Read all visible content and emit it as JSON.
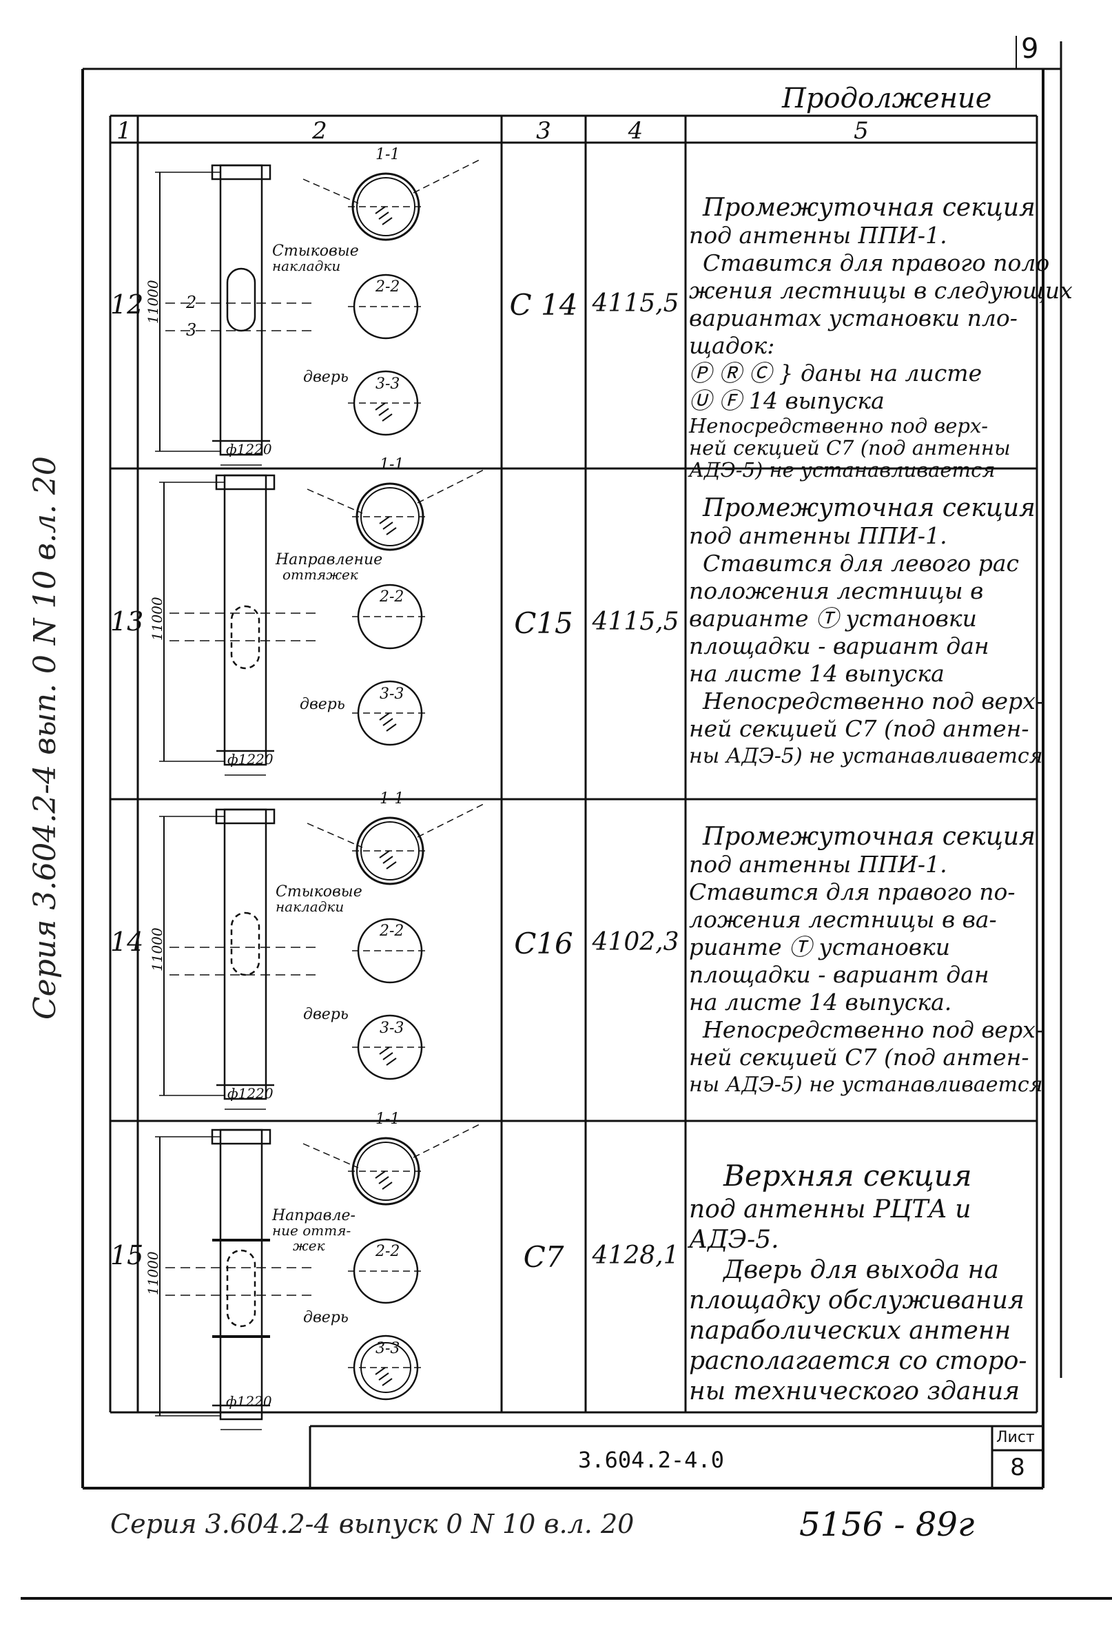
{
  "page_number": "9",
  "continuation": "Продолжение",
  "column_headers": [
    "1",
    "2",
    "3",
    "4",
    "5"
  ],
  "rows": [
    {
      "no": "12",
      "mark": "C 14",
      "weight": "4115,5",
      "height_label": "11000",
      "diameter_label": "ф1220",
      "drawing_labels": {
        "a": "Стыковые",
        "b": "накладки",
        "door": "дверь"
      },
      "notes": [
        "Промежуточная секция",
        "под антенны ППИ-1.",
        "Ставится для правого поло",
        "жения лестницы в следующих",
        "вариантах установки пло-",
        "щадок:",
        "Ⓟ Ⓡ Ⓒ } даны на листе",
        "Ⓤ Ⓕ       14  выпуска",
        "Непосредственно под верх-",
        "ней секцией С7 (под антенны",
        "АДЭ-5) не устанавливается"
      ]
    },
    {
      "no": "13",
      "mark": "C15",
      "weight": "4115,5",
      "height_label": "11000",
      "diameter_label": "ф1220",
      "drawing_labels": {
        "a": "Направление",
        "b": "оттяжек",
        "door": "дверь"
      },
      "notes": [
        "Промежуточная секция",
        "под антенны ППИ-1.",
        "Ставится для левого рас",
        "положения лестницы в",
        "варианте Ⓣ установки",
        "площадки - вариант дан",
        "на листе  14  выпуска",
        "Непосредственно под верх-",
        "ней секцией С7 (под антен-",
        "ны АДЭ-5) не устанавливается"
      ]
    },
    {
      "no": "14",
      "mark": "C16",
      "weight": "4102,3",
      "height_label": "11000",
      "diameter_label": "ф1220",
      "drawing_labels": {
        "a": "Стыковые",
        "b": "накладки",
        "door": "дверь"
      },
      "notes": [
        "Промежуточная секция",
        "под антенны ППИ-1.",
        "Ставится для правого по-",
        "ложения лестницы в ва-",
        "рианте Ⓣ установки",
        "площадки - вариант дан",
        "на листе  14  выпуска.",
        "Непосредственно под верх-",
        "ней секцией С7 (под антен-",
        "ны АДЭ-5) не устанавливается"
      ]
    },
    {
      "no": "15",
      "mark": "C7",
      "weight": "4128,1",
      "height_label": "11000",
      "diameter_label": "ф1220",
      "drawing_labels": {
        "a": "Направле-",
        "b": "ние оття-",
        "c": "жек",
        "door": "дверь"
      },
      "notes": [
        "Верхняя секция",
        "под антенны РЦТА и",
        "АДЭ-5.",
        "Дверь для выхода на",
        "площадку обслуживания",
        "параболических антенн",
        "располагается со сторо-",
        "ны технического здания"
      ]
    }
  ],
  "section_marks": {
    "s1": "1-1",
    "s2": "2-2",
    "s3": "3-3",
    "m1": "1",
    "m2": "2",
    "m3": "3"
  },
  "title_block": {
    "code": "3.604.2-4.0",
    "sheet_label": "Лист",
    "sheet_number": "8"
  },
  "side_note": "Серия 3.604.2-4 вып. 0 N 10 в.л. 20",
  "footer_note": "Серия 3.604.2-4  выпуск 0  N 10  в.л. 20",
  "stamp_number": "5156 - 89г"
}
